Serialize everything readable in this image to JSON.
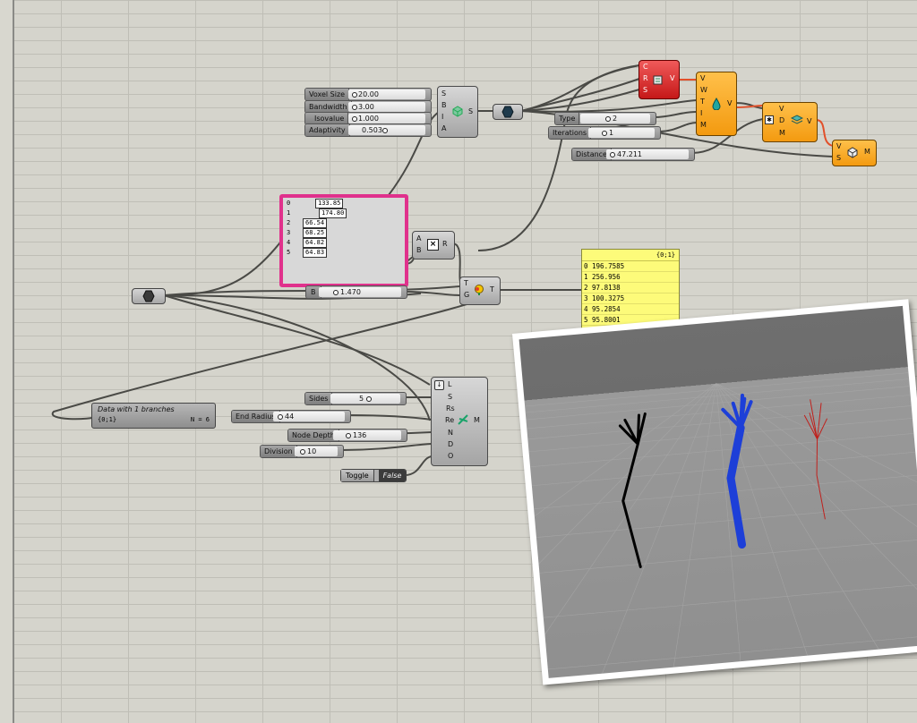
{
  "sliders": {
    "voxel_size": {
      "label": "Voxel Size",
      "value": "20.00"
    },
    "bandwidth": {
      "label": "Bandwidth",
      "value": "3.00"
    },
    "isovalue": {
      "label": "Isovalue",
      "value": "1.000"
    },
    "adaptivity": {
      "label": "Adaptivity",
      "value": "0.503"
    },
    "type": {
      "label": "Type",
      "value": "2"
    },
    "iterations": {
      "label": "Iterations",
      "value": "1"
    },
    "distance": {
      "label": "Distance",
      "value": "47.211"
    },
    "b": {
      "label": "B",
      "value": "1.470"
    },
    "sides": {
      "label": "Sides",
      "value": "5"
    },
    "end_radius": {
      "label": "End Radius",
      "value": "44"
    },
    "node_depth": {
      "label": "Node Depth",
      "value": "136"
    },
    "division": {
      "label": "Division",
      "value": "10"
    }
  },
  "toggle": {
    "label": "Toggle",
    "value": "False"
  },
  "voxel_component": {
    "inputs": [
      "S",
      "B",
      "I",
      "A"
    ],
    "output": "S"
  },
  "red_component": {
    "inputs": [
      "C",
      "R",
      "S"
    ],
    "output": "V"
  },
  "orange1": {
    "inputs": [
      "V",
      "W",
      "T",
      "I",
      "M"
    ],
    "output": "V"
  },
  "orange2": {
    "inputs": [
      "V",
      "D",
      "M"
    ],
    "output": "V"
  },
  "orange3": {
    "inputs": [
      "V",
      "S"
    ],
    "output": "M"
  },
  "multiply": {
    "inputs": [
      "A",
      "B"
    ],
    "output": "R"
  },
  "tween": {
    "inputs": [
      "T",
      "G"
    ],
    "output": "T"
  },
  "pipe_component": {
    "inputs": [
      "L",
      "S",
      "Rs",
      "Re",
      "N",
      "D",
      "O"
    ],
    "output": "M"
  },
  "pink_list": {
    "indices": [
      "0",
      "1",
      "2",
      "3",
      "4",
      "5"
    ],
    "values": [
      "133.85",
      "174.80",
      "66.54",
      "68.25",
      "64.82",
      "64.83"
    ]
  },
  "yellow_panel": {
    "header": "{0;1}",
    "indices": [
      "0",
      "1",
      "2",
      "3",
      "4",
      "5"
    ],
    "values": [
      "196.7585",
      "256.956",
      "97.8138",
      "100.3275",
      "95.2854",
      "95.8001"
    ]
  },
  "data_panel": {
    "title": "Data with 1 branches",
    "path": "{0;1}",
    "count": "N = 6"
  },
  "colors": {
    "accent_pink": "#e0318c",
    "blue_tree": "#1d3fd8",
    "red_tree": "#c0201c",
    "orange": "#f7a21c",
    "red_comp": "#d42020"
  }
}
